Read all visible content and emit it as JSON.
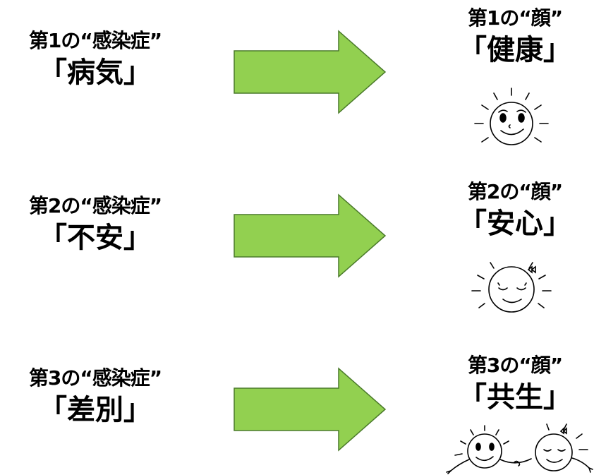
{
  "rows": [
    {
      "infection_label": "第1の“感染症”",
      "infection_name": "「病気」",
      "face_label": "第1の“顔”",
      "face_name": "「健康」"
    },
    {
      "infection_label": "第2の“感染症”",
      "infection_name": "「不安」",
      "face_label": "第2の“顔”",
      "face_name": "「安心」"
    },
    {
      "infection_label": "第3の“感染症”",
      "infection_name": "「差別」",
      "face_label": "第3の“顔”",
      "face_name": "「共生」"
    }
  ],
  "colors": {
    "arrow_fill": "#92d050",
    "arrow_stroke": "#4a7a2a",
    "text": "#000000"
  },
  "icons": [
    "arrow-right-icon",
    "smiling-sun-face-icon",
    "peaceful-sun-face-icon",
    "holding-hands-sun-faces-icon"
  ]
}
